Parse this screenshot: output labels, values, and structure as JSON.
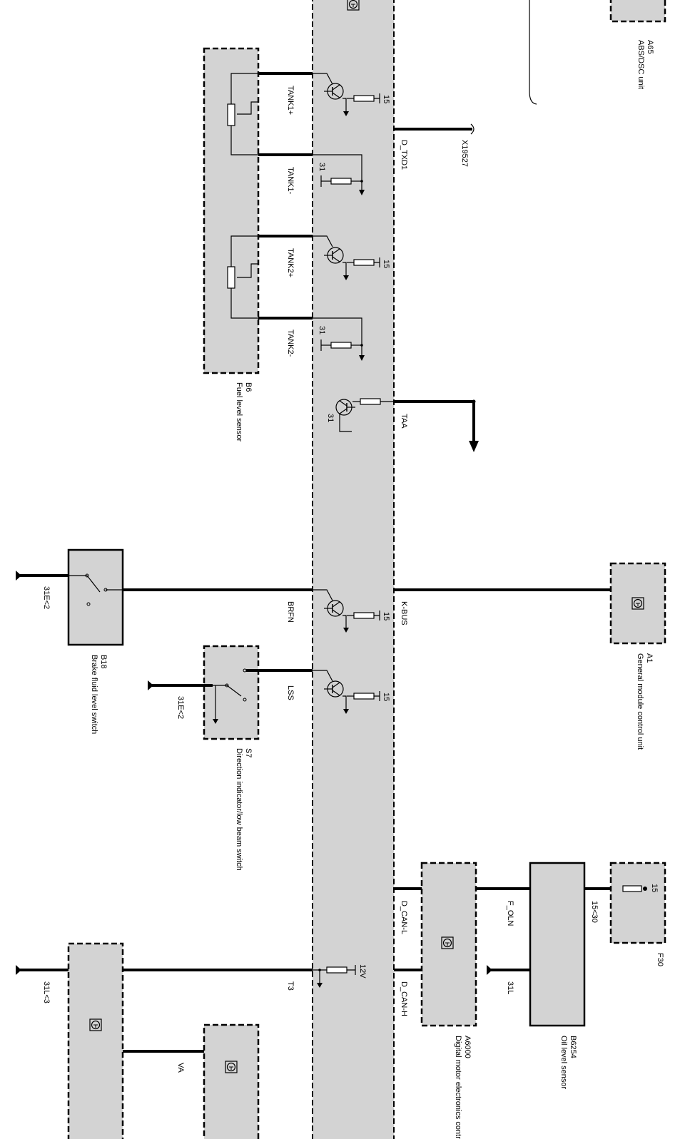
{
  "components": {
    "a65": {
      "id": "A65",
      "name": "ABS/DSC unit"
    },
    "b6": {
      "id": "B6",
      "name": "Fuel level sensor"
    },
    "b18": {
      "id": "B18",
      "name": "Brake fluid level switch"
    },
    "s7": {
      "id": "S7",
      "name": "Direction indicator/low beam switch"
    },
    "a1": {
      "id": "A1",
      "name": "General module control unit"
    },
    "a6000": {
      "id": "A6000",
      "name": "Digital motor electronics control unit"
    },
    "b6254": {
      "id": "B6254",
      "name": "Oil level sensor"
    },
    "f30": {
      "id": "F30"
    }
  },
  "signals": {
    "tank1p": "TANK1+",
    "tank1m": "TANK1-",
    "tank2p": "TANK2+",
    "tank2m": "TANK2-",
    "taa": "TAA",
    "brfn": "BRFN",
    "lss": "LSS",
    "t3": "T3",
    "va": "VA",
    "d_txd1": "D_TXD1",
    "kbus": "K-BUS",
    "dcanl": "D_CAN-L",
    "dcanh": "D_CAN-H",
    "f_oln": "F_OLN"
  },
  "connector": "X19527",
  "terminals": {
    "t15": "15",
    "t31": "31",
    "t12v": "12V",
    "g31e2": "31E<2",
    "g31l3": "31L<3",
    "g31l": "31L",
    "t15_30": "15<30"
  }
}
